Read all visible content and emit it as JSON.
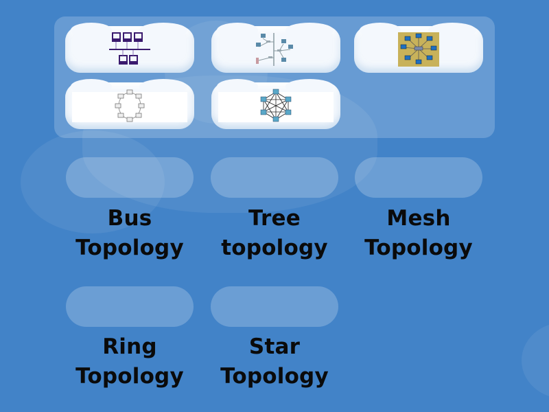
{
  "colors": {
    "background": "#4283c8",
    "tray": "rgba(255,255,255,0.2)",
    "slot": "rgba(255,255,255,0.22)",
    "label_text": "#0a0a0a",
    "bus_diagram": "#3a1a6e",
    "mesh_diagram_bg": "#c8b25a"
  },
  "tray": {
    "tiles": [
      {
        "id": "tile-bus",
        "image": "bus-topology-diagram-icon",
        "description": "5 computers connected along a single bus line"
      },
      {
        "id": "tile-tree",
        "image": "tree-topology-diagram-icon",
        "description": "computers branching off a vertical backbone"
      },
      {
        "id": "tile-star",
        "image": "star-topology-diagram-icon",
        "description": "8 computers around a central switch on tan background"
      },
      {
        "id": "tile-ring",
        "image": "ring-topology-diagram-icon",
        "description": "8 computers connected in a circle"
      },
      {
        "id": "tile-mesh",
        "image": "mesh-topology-diagram-icon",
        "description": "6 computers fully interconnected"
      }
    ]
  },
  "targets": [
    {
      "line1": "Bus",
      "line2": "Topology"
    },
    {
      "line1": "Tree",
      "line2": "topology"
    },
    {
      "line1": "Mesh",
      "line2": "Topology"
    },
    {
      "line1": "Ring",
      "line2": "Topology"
    },
    {
      "line1": "Star",
      "line2": "Topology"
    }
  ]
}
